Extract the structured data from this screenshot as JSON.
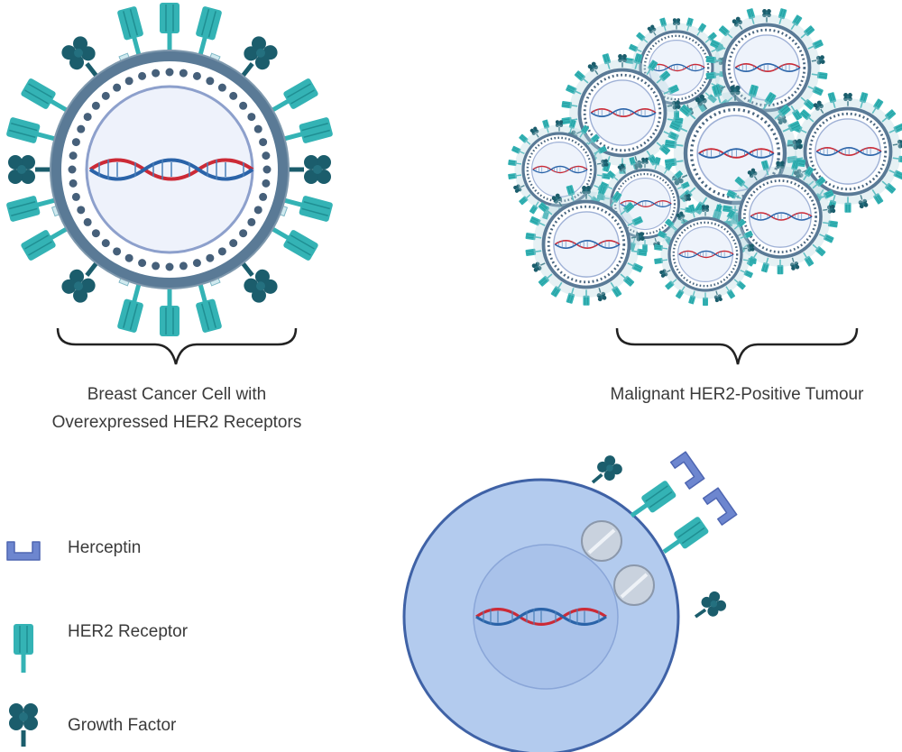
{
  "labels": {
    "cell_line1": "Breast Cancer Cell with",
    "cell_line2": "Overexpressed HER2 Receptors",
    "tumour": "Malignant HER2-Positive Tumour"
  },
  "legend": [
    {
      "icon": "herceptin-icon",
      "label": "Herceptin"
    },
    {
      "icon": "her2-receptor-icon",
      "label": "HER2 Receptor"
    },
    {
      "icon": "growth-factor-icon",
      "label": "Growth Factor"
    }
  ],
  "colors": {
    "her2": "#34b3b5",
    "her2_dark": "#1f8f93",
    "growth_factor": "#1b5d6c",
    "herceptin": "#6d86cf",
    "membrane": "#5a7a96",
    "cytoplasm": "#b3cbee",
    "dna_red": "#cc2a36",
    "dna_blue": "#2a63a8"
  }
}
